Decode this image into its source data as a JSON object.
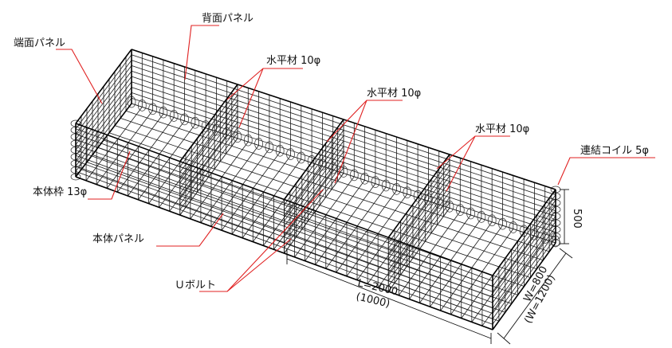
{
  "labels": {
    "back_panel": "背面パネル",
    "end_panel": "端面パネル",
    "horizontal_1": "水平材 10φ",
    "horizontal_2": "水平材 10φ",
    "horizontal_3": "水平材 10φ",
    "coil": "連結コイル 5φ",
    "frame": "本体枠 13φ",
    "main_panel": "本体パネル",
    "u_bolt": "Ｕボルト"
  },
  "dimensions": {
    "height": "500",
    "length": "L=2000",
    "length_alt": "(1000)",
    "width": "W=800",
    "width_alt": "(W=1200)"
  },
  "colors": {
    "leader": "#e02020",
    "wire": "#1a1a1a"
  }
}
